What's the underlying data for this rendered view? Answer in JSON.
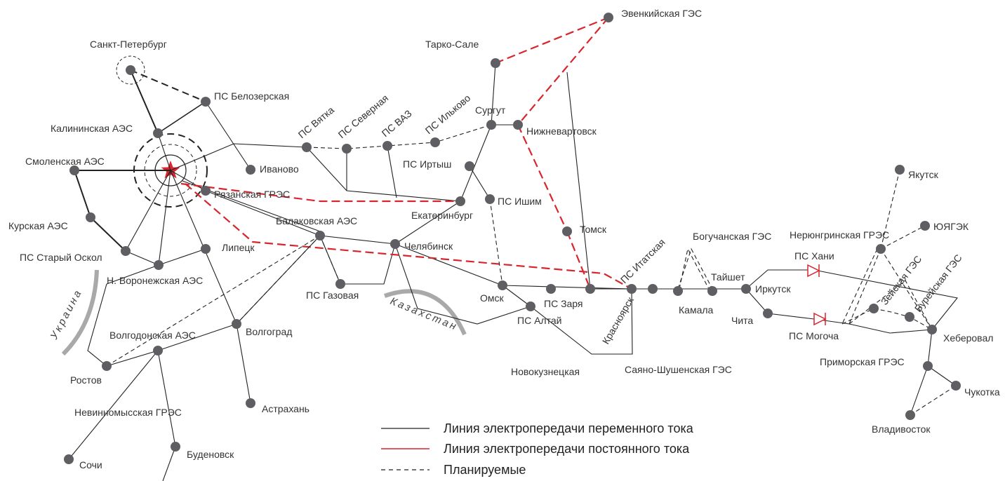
{
  "colors": {
    "ac_line": "#222222",
    "dc_line": "#d7262e",
    "node": "#5f5f63",
    "star": "#d7262e",
    "border": "#a9a9a9"
  },
  "nodes": {
    "spb": "Санкт-Петербург",
    "belozerskaya": "ПС Белозерская",
    "kalininskaya": "Калининская АЭС",
    "smolenskaya": "Смоленская АЭС",
    "kurskaya": "Курская АЭС",
    "stary_oskol": "ПС Старый Оскол",
    "n_voronezh": "Н. Воронежская АЭС",
    "lipetsk": "Липецк",
    "ryazanskaya": "Рязанская ГРЭС",
    "ivanovo": "Иваново",
    "vyatka": "ПС Вятка",
    "severnaya": "ПС Северная",
    "vaz": "ПС ВАЗ",
    "ilkovo": "ПС Ильково",
    "surgut": "Сургут",
    "tarko_sale": "Тарко-Сале",
    "evenkiyskaya": "Эвенкийская ГЭС",
    "nizhnevartovsk": "Нижневартовск",
    "irtysh": "ПС Иртыш",
    "ishim": "ПС Ишим",
    "ekaterinburg": "Екатеринбург",
    "balakovskaya": "Балаковская АЭС",
    "chelyabinsk": "Челябинск",
    "gazovaya": "ПС Газовая",
    "volgograd": "Волгоград",
    "volgodonskaya": "Волгодонская АЭС",
    "rostov": "Ростов",
    "nevinnomysskaya": "Невинномысская ГРЭС",
    "astrakhan": "Астрахань",
    "budennovsk": "Буденовск",
    "sochi": "Сочи",
    "omsk": "Омск",
    "zarya": "ПС Заря",
    "altai": "ПС Алтай",
    "novokuznetskaya": "Новокузнецкая",
    "tomsk": "Томск",
    "itatskaya": "ПС Итатская",
    "krasnoyarsk": "Красноярск",
    "sayano": "Саяно-Шушенская ГЭС",
    "boguchanskaya": "Богучанская ГЭС",
    "taishet": "Тайшет",
    "kamala": "Камала",
    "irkutsk": "Иркутск",
    "chita": "Чита",
    "khani": "ПС Хани",
    "mogocha": "ПС Могоча",
    "neryungrinskaya": "Нерюнгринская ГРЭС",
    "yakutsk": "Якутск",
    "yuyagek": "ЮЯГЭК",
    "zeyskaya": "Зейская ГЭС",
    "bureyskaya": "Бурейская ГЭС",
    "kheberoval": "Хеберовал",
    "primorskaya": "Приморская ГРЭС",
    "chukotka": "Чукотка",
    "vladivostok": "Владивосток"
  },
  "regions": {
    "ukraine": "Украина",
    "kazakhstan": "Казахстан"
  },
  "legend": {
    "ac": "Линия электропередачи переменного тока",
    "dc": "Линия электропередачи постоянного тока",
    "planned": "Планируемые"
  }
}
